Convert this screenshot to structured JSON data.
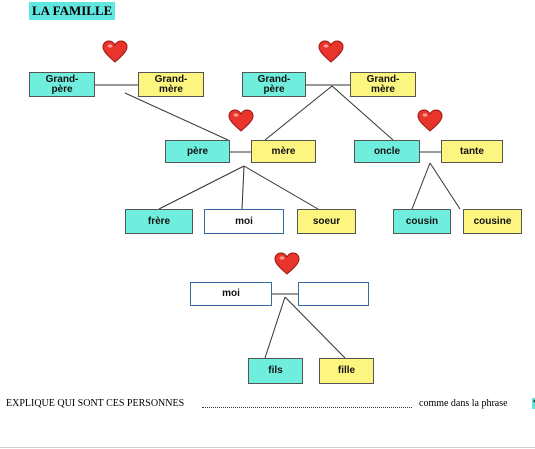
{
  "title": "LA FAMILLE",
  "tree": {
    "paternal_grandfather": "Grand-\npère",
    "paternal_grandmother": "Grand-\nmère",
    "maternal_grandfather": "Grand-\npère",
    "maternal_grandmother": "Grand-\nmère",
    "father": "père",
    "mother": "mère",
    "uncle": "oncle",
    "aunt": "tante",
    "brother": "frère",
    "me": "moi",
    "sister": "soeur",
    "cousin_m": "cousin",
    "cousin_f": "cousine",
    "me_bottom": "moi",
    "spouse": "",
    "son": "fils",
    "daughter": "fille"
  },
  "colors": {
    "cyan": "#70eedd",
    "yellow": "#fcf580",
    "heart": "#e8342b",
    "title_highlight": "#62e6e0"
  },
  "footer": {
    "question": "EXPLIQUE QUI SONT CES PERSONNES",
    "example": "comme dans la phrase",
    "marker": "*"
  }
}
